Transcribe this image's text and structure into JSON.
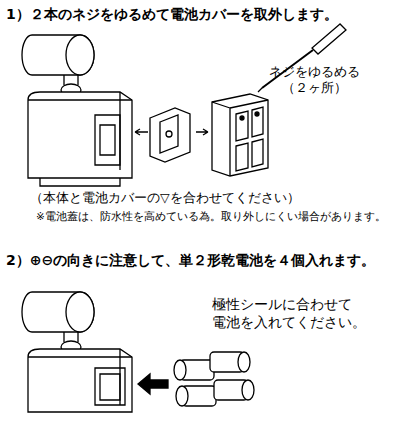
{
  "diagram": {
    "labels": [
      "1）２本のネジをゆるめて電池カバーを取外します。",
      "ネジをゆるめる （２ヶ所）",
      "（本体と電池カバーの▽を合わせてください）",
      "※電池蓋は、防水性を高めている為。取り外しにくい場合があります。",
      "2）⊕⊖の向きに注意して、単２形乾電池を４個入れます。",
      "極性シールに合わせて 電池を入れてください。"
    ]
  }
}
